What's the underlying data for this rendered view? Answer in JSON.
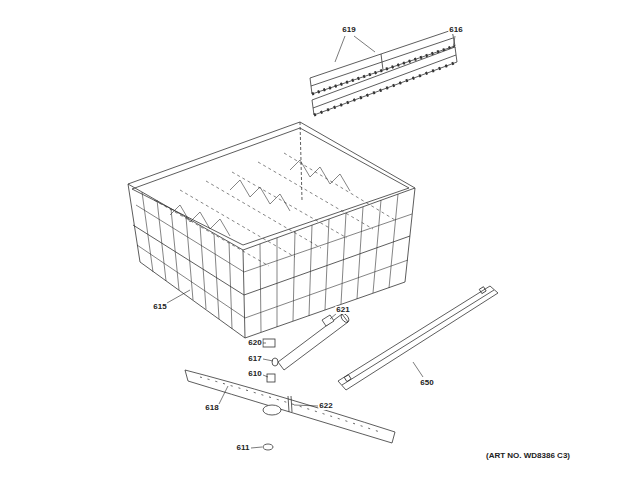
{
  "diagram": {
    "labels": [
      "619",
      "616",
      "615",
      "621",
      "620",
      "617",
      "610",
      "618",
      "622",
      "611",
      "650",
      "(ART NO. WD8386 C3)"
    ]
  }
}
